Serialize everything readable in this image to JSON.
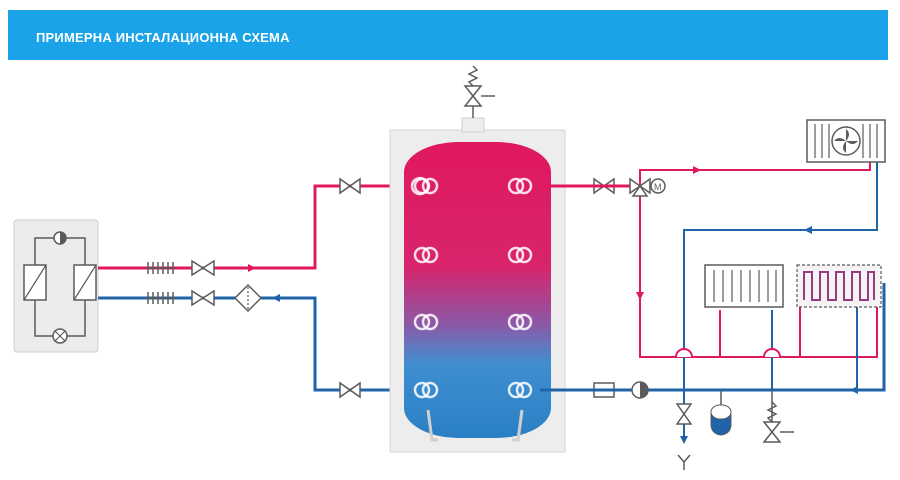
{
  "header": {
    "title": "ПРИМЕРНА ИНСТАЛАЦИОННА СХЕМА"
  },
  "colors": {
    "header": "#1aa3e8",
    "hot": "#e0185f",
    "cold": "#1f63a8",
    "equipment": "#5b5b5b",
    "tank_shell": "#ededed"
  },
  "components": {
    "heat_pump": "heat-pump-unit",
    "buffer_tank": "buffer-tank",
    "fan_coil": "fan-coil-unit",
    "radiator": "radiator",
    "floor_heating": "underfloor-heating-loop",
    "expansion_vessel": "expansion-vessel",
    "safety_valve": "safety-valve",
    "mixing_valve": "three-way-mixing-valve",
    "circulation_pump": "circulation-pump",
    "filter": "strainer-filter",
    "drain": "drain-outlet"
  }
}
